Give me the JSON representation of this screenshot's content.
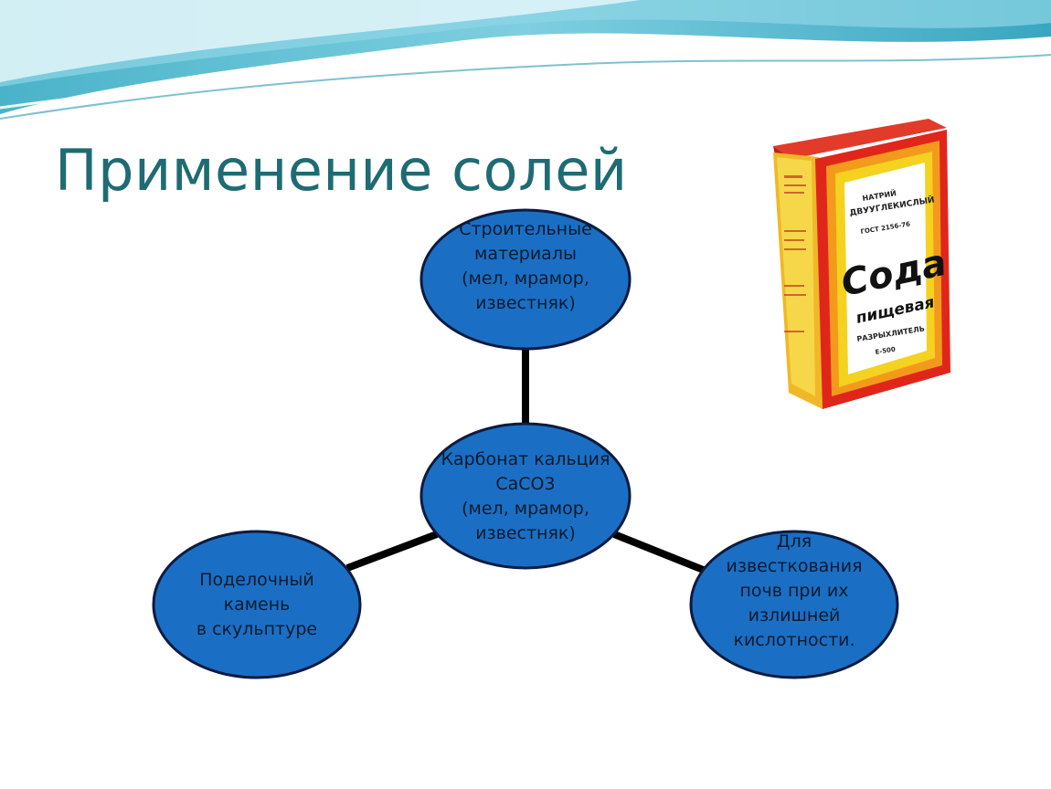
{
  "slide": {
    "title": "Применение солей"
  },
  "diagram": {
    "center": {
      "label": "Карбонат кальция\nCaCO3\n(мел, мрамор,\nизвестняк)"
    },
    "top": {
      "label": "Строительные\nматериалы\n(мел, мрамор,\nизвестняк)"
    },
    "left": {
      "label": "Поделочный\nкамень\nв скульптуре"
    },
    "right": {
      "label": "Для\nизвесткования\nпочв при их\nизлишней\nкислотности."
    },
    "colors": {
      "node_fill": "#1a6fc4",
      "node_stroke": "#0d1b3e",
      "connector": "#000000",
      "title": "#1f6b73"
    }
  },
  "product": {
    "line1": "НАТРИЙ",
    "line2": "ДВУУГЛЕКИСЛЫЙ",
    "line3": "ГОСТ 2156-76",
    "brand": "Сода",
    "brand2": "пищевая",
    "line4": "РАЗРЫХЛИТЕЛЬ",
    "line5": "Е-500",
    "colors": {
      "red": "#e0261b",
      "orange": "#f39a1c",
      "yellow": "#f4d21f",
      "panel": "#ffffff"
    }
  }
}
